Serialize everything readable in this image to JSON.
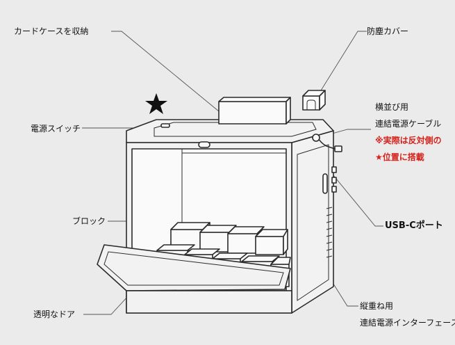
{
  "labels": {
    "card_case": "カードケースを収納",
    "dust_cover": "防塵カバー",
    "side_cable_1": "横並び用",
    "side_cable_2": "連結電源ケーブル",
    "note_1": "※実際は反対側の",
    "note_2": "★位置に搭載",
    "power_switch": "電源スイッチ",
    "block": "ブロック",
    "usb_c": "USB-Cポート",
    "door": "透明なドア",
    "vertical_1": "縦重ね用",
    "vertical_2": "連結電源インターフェース"
  },
  "colors": {
    "background": "#ebebeb",
    "line": "#2a2a2a",
    "note": "#d6221b"
  },
  "icons": {
    "star": "star-icon"
  }
}
